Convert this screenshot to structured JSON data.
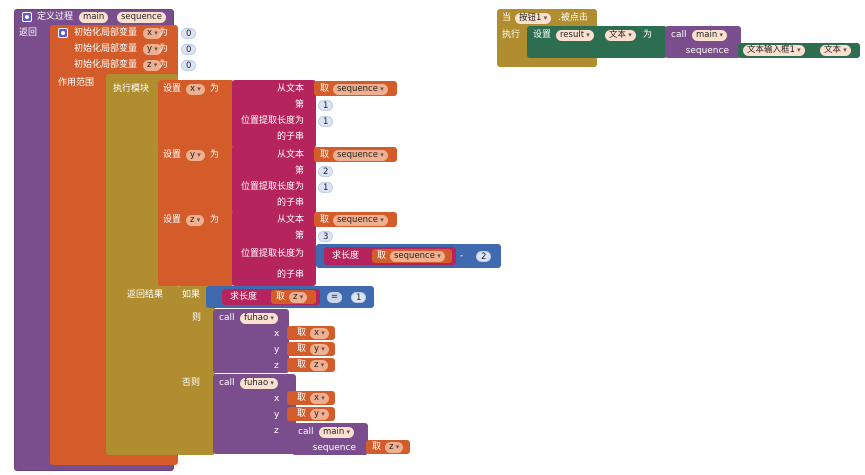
{
  "procedure": {
    "header": "定义过程",
    "name": "main",
    "param": "sequence",
    "return_label": "返回",
    "init_label": "初始化局部变量",
    "as_label": "为",
    "vars": [
      {
        "name": "x",
        "value": "0"
      },
      {
        "name": "y",
        "value": "0"
      },
      {
        "name": "z",
        "value": "0"
      }
    ],
    "scope_label": "作用范围",
    "do_label": "执行模块",
    "result_label": "返回结果"
  },
  "sets": [
    {
      "set_label": "设置",
      "var": "x",
      "as": "为",
      "from_text": "从文本",
      "get": "取",
      "src": "sequence",
      "start_label": "第",
      "start": "1",
      "len_label": "位置提取长度为",
      "len": "1",
      "sub_label": "的子串"
    },
    {
      "set_label": "设置",
      "var": "y",
      "as": "为",
      "from_text": "从文本",
      "get": "取",
      "src": "sequence",
      "start_label": "第",
      "start": "2",
      "len_label": "位置提取长度为",
      "len": "1",
      "sub_label": "的子串"
    },
    {
      "set_label": "设置",
      "var": "z",
      "as": "为",
      "from_text": "从文本",
      "get": "取",
      "src": "sequence",
      "start_label": "第",
      "start": "3",
      "len_label": "位置提取长度为",
      "len_fn": "求长度",
      "len_get": "取",
      "len_src": "sequence",
      "minus": "-",
      "len_num": "2",
      "sub_label": "的子串"
    }
  ],
  "ifblock": {
    "if_label": "如果",
    "len_fn": "求长度",
    "get": "取",
    "var": "z",
    "eq": "=",
    "num": "1",
    "then_label": "则",
    "else_label": "否则",
    "call": "call",
    "fn1": "fuhao",
    "fn2": "fuhao",
    "args": [
      {
        "name": "x",
        "get": "取",
        "var": "x"
      },
      {
        "name": "y",
        "get": "取",
        "var": "y"
      },
      {
        "name": "z",
        "get": "取",
        "var": "z"
      }
    ],
    "else_args": [
      {
        "name": "x",
        "get": "取",
        "var": "x"
      },
      {
        "name": "y",
        "get": "取",
        "var": "y"
      }
    ],
    "nested_call": "main",
    "nested_param": "sequence",
    "nested_get": "取",
    "nested_var": "z"
  },
  "event": {
    "when": "当",
    "component": "按钮1",
    "click": ".被点击",
    "do_label": "执行",
    "set_label": "设置",
    "var": "result",
    "prop": "文本",
    "as": "为",
    "call": "call",
    "fn": "main",
    "param": "sequence",
    "src": "文本输入框1",
    "src_prop": "文本"
  }
}
